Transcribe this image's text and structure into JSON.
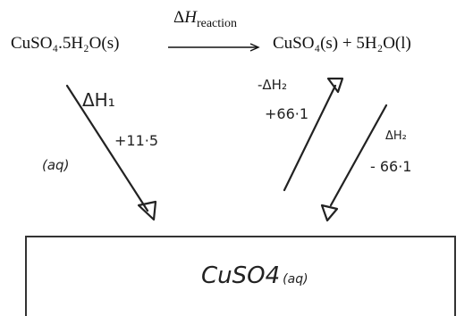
{
  "equation": {
    "reactant": "CuSO₄.5H₂O(s)",
    "arrow_label_delta": "Δ",
    "arrow_label_h": "H",
    "arrow_label_sub": "reaction",
    "product": "CuSO₄(s) + 5H₂O(l)"
  },
  "left_path": {
    "label": "ΔH₁",
    "value": "+11·5",
    "state": "(aq)"
  },
  "middle_path": {
    "label": "-ΔH₂",
    "value": "+66·1"
  },
  "right_path": {
    "label": "ΔH₂",
    "value": "- 66·1"
  },
  "box": {
    "label": "CuSO4",
    "state": "(aq)"
  }
}
